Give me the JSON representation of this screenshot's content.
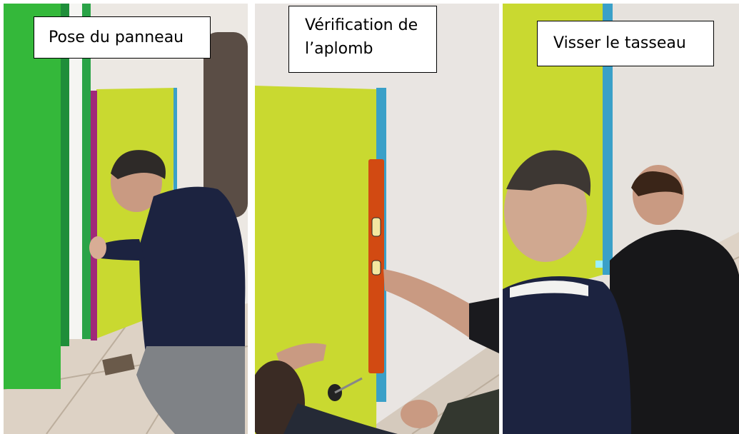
{
  "photos": [
    {
      "caption": "Pose du panneau"
    },
    {
      "caption": "Vérification de l’aplomb"
    },
    {
      "caption": "Visser le tasseau"
    }
  ],
  "colors": {
    "panel_yellow": "#c9d930",
    "door_green": "#34b83a",
    "edge_blue": "#3aa0c8",
    "edge_magenta": "#a0287a",
    "level_orange": "#d24a12",
    "sweater_navy": "#1c2340",
    "wall_white": "#e9e5e2"
  },
  "icons": [
    "spirit-level",
    "screwdriver",
    "tile-floor"
  ]
}
